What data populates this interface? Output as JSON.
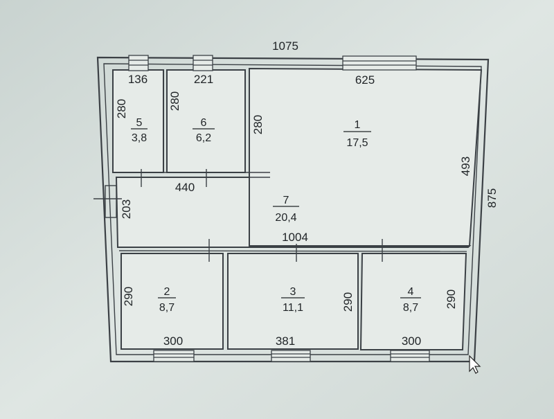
{
  "plan": {
    "overall_width": "1075",
    "overall_depth": "875",
    "corridor_length": "1004",
    "corridor_partition": "440",
    "rooms": [
      {
        "id": "room-1",
        "number": "1",
        "area": "17,5",
        "dims": [
          "625",
          "280",
          "493"
        ]
      },
      {
        "id": "room-2",
        "number": "2",
        "area": "8,7",
        "dims": [
          "290",
          "300"
        ]
      },
      {
        "id": "room-3",
        "number": "3",
        "area": "11,1",
        "dims": [
          "290",
          "381"
        ]
      },
      {
        "id": "room-4",
        "number": "4",
        "area": "8,7",
        "dims": [
          "290",
          "300"
        ]
      },
      {
        "id": "room-5",
        "number": "5",
        "area": "3,8",
        "dims": [
          "136",
          "280"
        ]
      },
      {
        "id": "room-6",
        "number": "6",
        "area": "6,2",
        "dims": [
          "221",
          "280"
        ]
      },
      {
        "id": "room-7",
        "number": "7",
        "area": "20,4",
        "dims": [
          "203"
        ]
      }
    ]
  }
}
